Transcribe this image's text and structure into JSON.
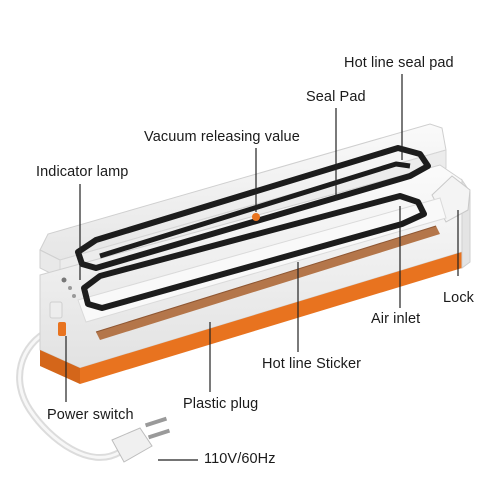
{
  "labels": {
    "hot_line_seal_pad": "Hot line seal pad",
    "seal_pad": "Seal Pad",
    "vacuum_releasing_value": "Vacuum releasing value",
    "indicator_lamp": "Indicator lamp",
    "lock": "Lock",
    "air_inlet": "Air inlet",
    "hot_line_sticker": "Hot line Sticker",
    "plastic_plug": "Plastic plug",
    "power_switch": "Power switch",
    "voltage": "110V/60Hz"
  },
  "colors": {
    "body": "#f3f3f3",
    "accent_orange": "#e8731f",
    "gasket": "#1c1c1c",
    "heating_strip": "#b4764a",
    "leader_line": "#222222"
  }
}
